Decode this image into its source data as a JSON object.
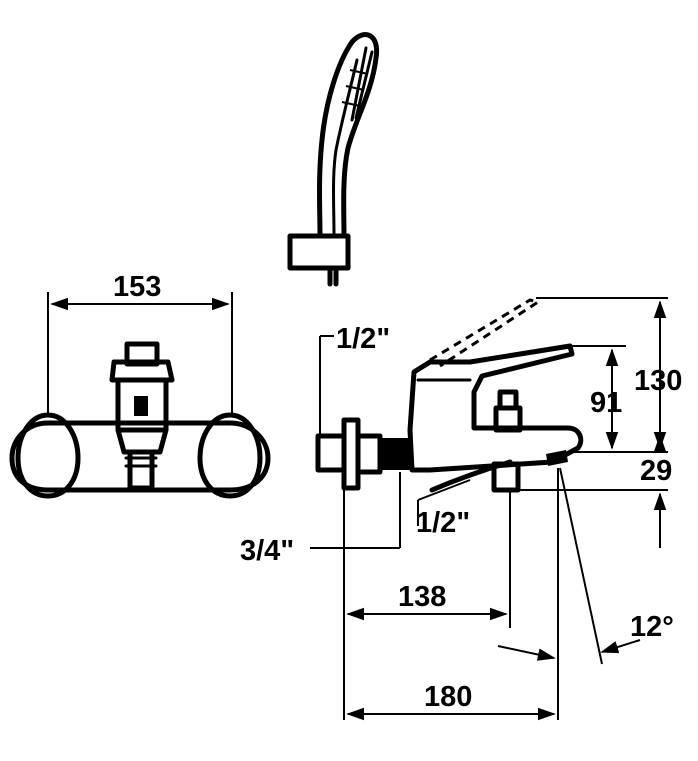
{
  "dimensions": {
    "overall_width": "153",
    "outlet_thread": "1/2\"",
    "handle_height": "91",
    "total_height": "130",
    "spout_height": "29",
    "diverter_thread": "1/2\"",
    "inlet_thread": "3/4\"",
    "shower_outlet_offset": "138",
    "spout_projection": "180",
    "spout_angle": "12°"
  }
}
